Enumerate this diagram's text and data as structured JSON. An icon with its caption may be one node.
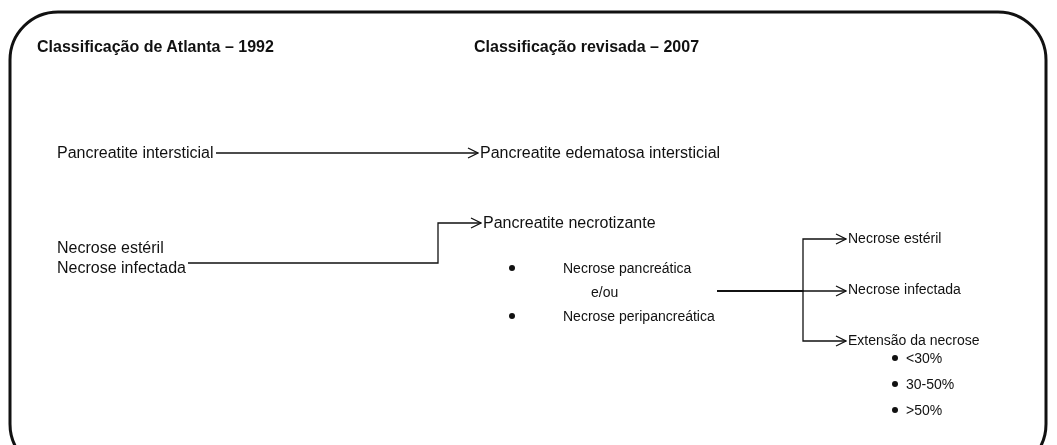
{
  "diagram": {
    "nodes": [
      {
        "text": [
          "Pancreatite intersticial"
        ]
      },
      {
        "text": [
          "Necrose estéril",
          "Necrose infectada"
        ]
      },
      {
        "text": [
          "Pancreatite edematosa intersticial"
        ]
      },
      {
        "text": [
          "Pancreatite necrotizante",
          "Necrose pancreática",
          "e/ou",
          "Necrose peripancreática"
        ]
      },
      {
        "text": [
          "Necrose estéril"
        ]
      },
      {
        "text": [
          "Necrose infectada"
        ]
      },
      {
        "text": [
          "Extensão da necrose",
          "<30%",
          "30-50%",
          ">50%"
        ]
      }
    ],
    "edges": [
      {
        "from": 0,
        "to": 2,
        "arrow": "to"
      },
      {
        "from": 1,
        "to": 3,
        "arrow": "to"
      },
      {
        "from": 3,
        "to": 4,
        "arrow": "to"
      },
      {
        "from": 3,
        "to": 5,
        "arrow": "to"
      },
      {
        "from": 3,
        "to": 6,
        "arrow": "to"
      }
    ],
    "labels": [
      "Classificação de Atlanta – 1992",
      "Classificação revisada – 2007"
    ]
  }
}
